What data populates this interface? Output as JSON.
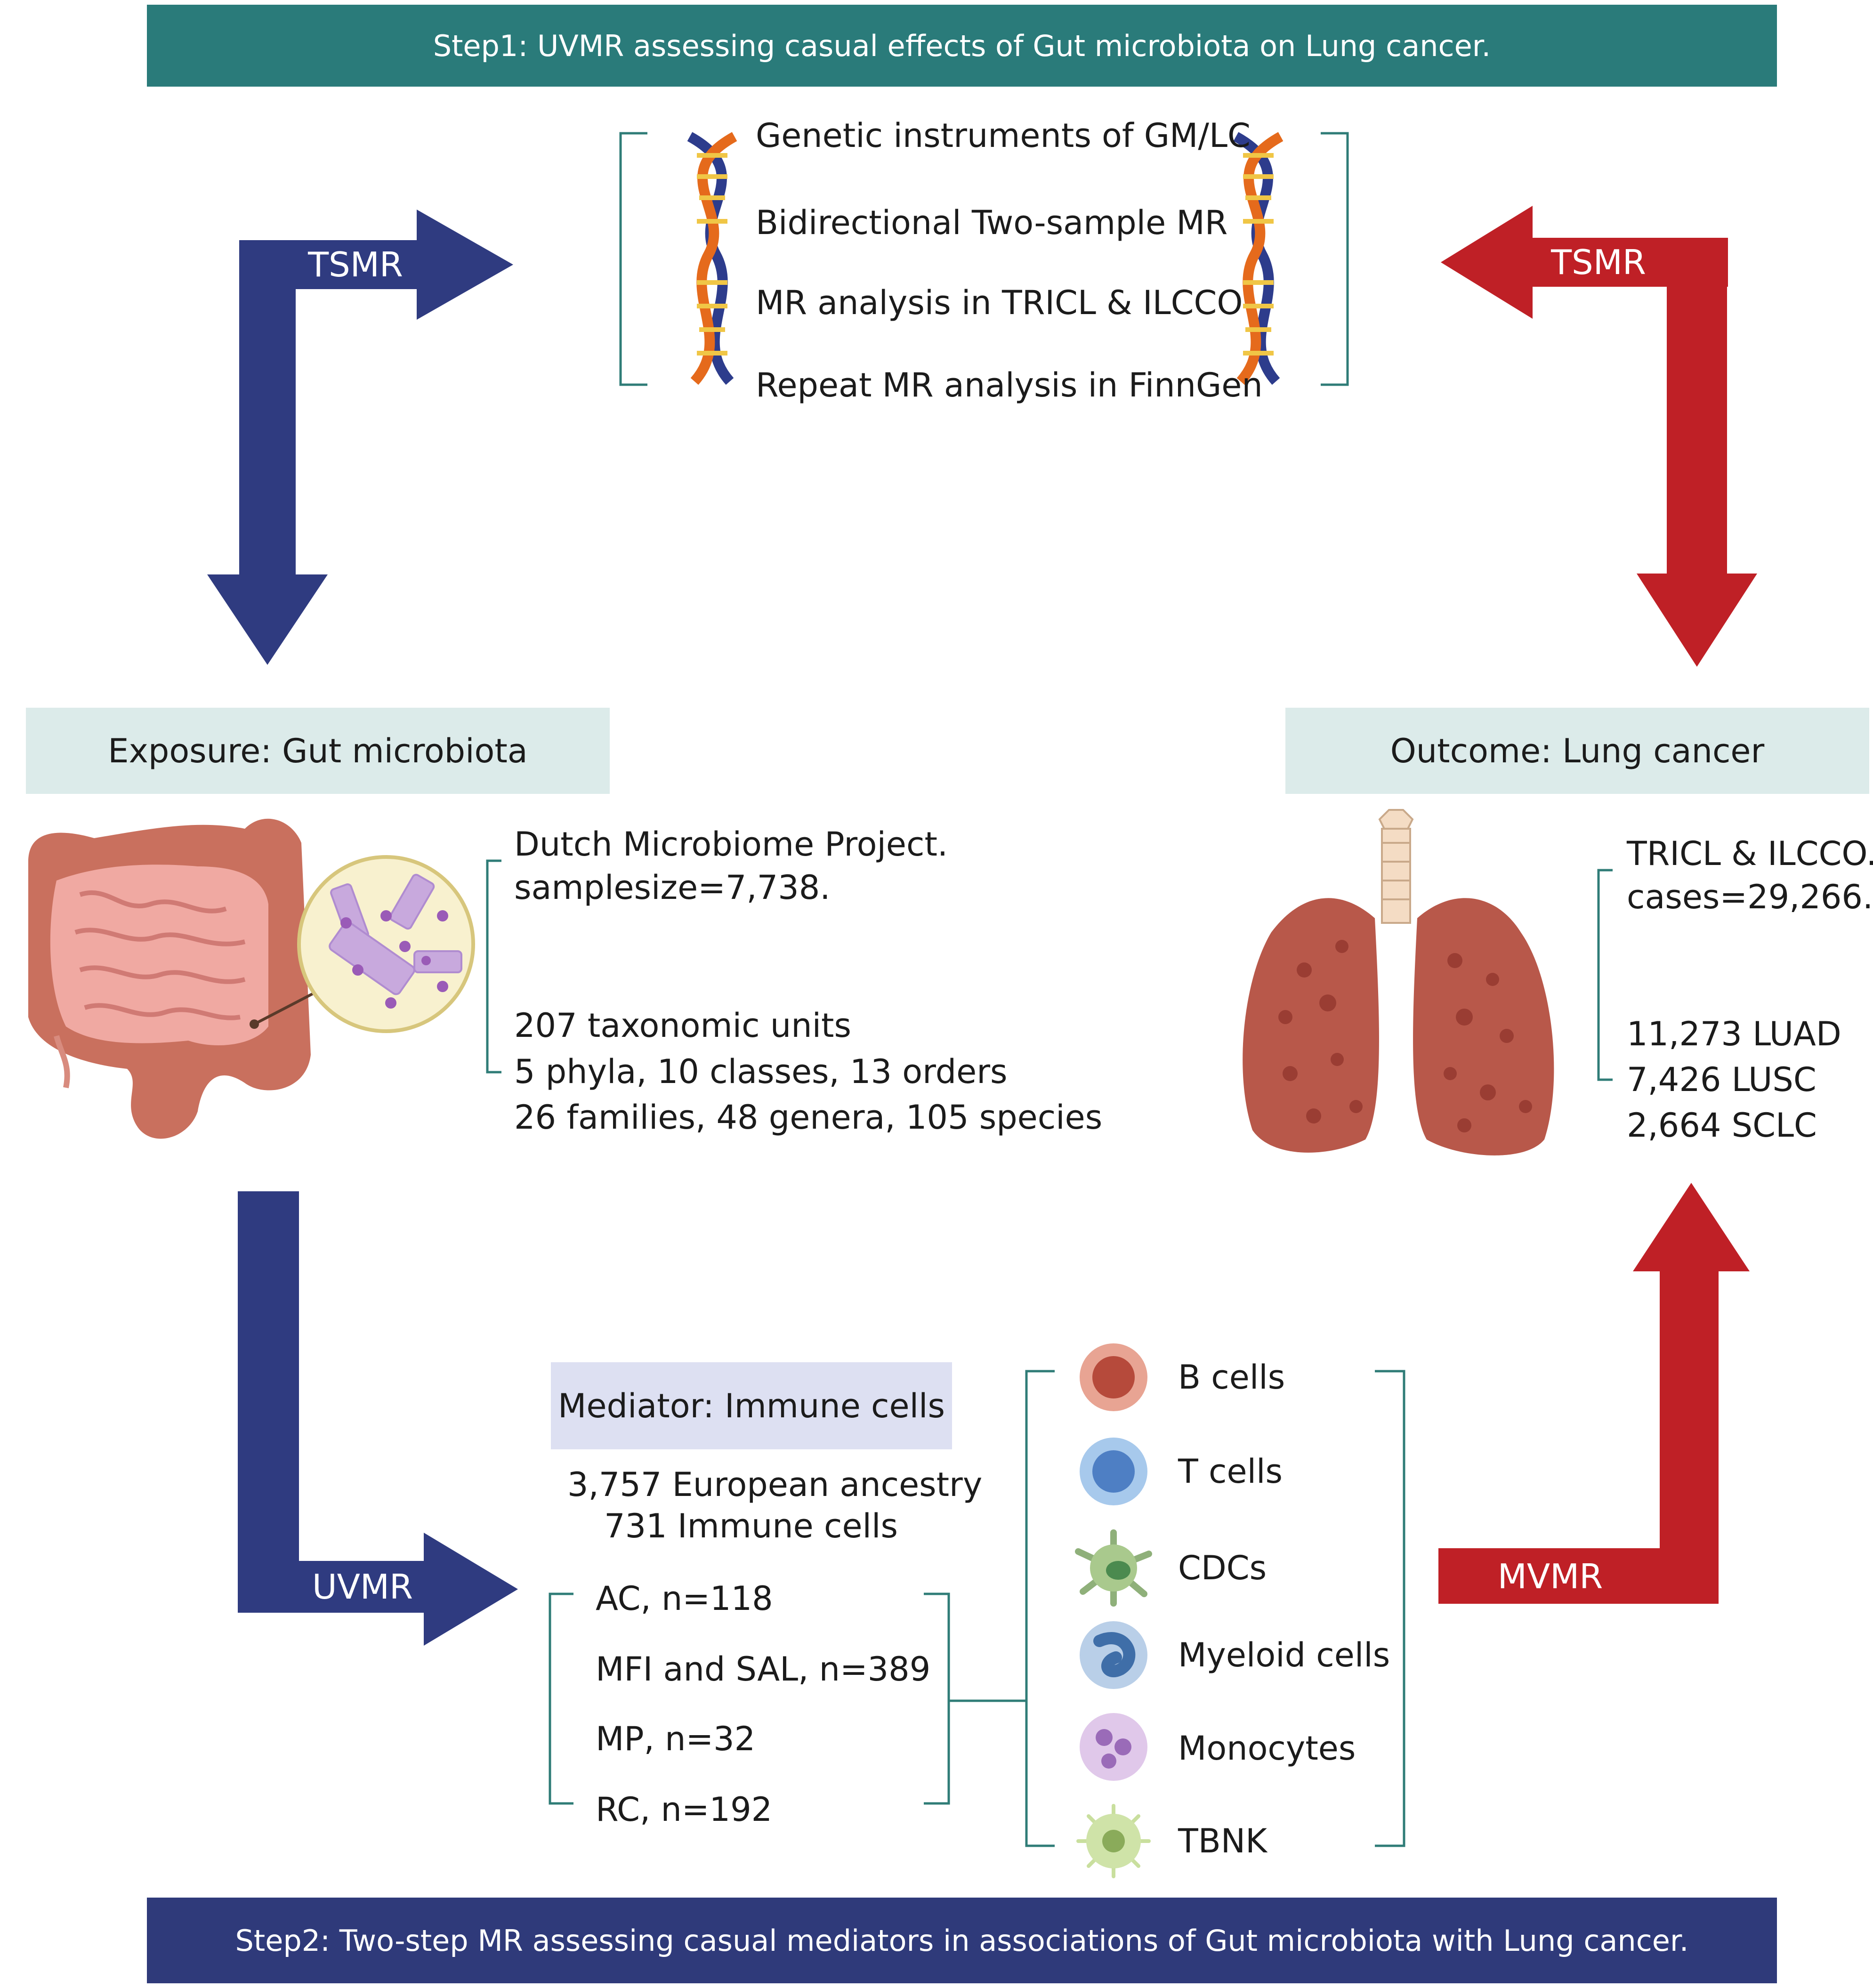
{
  "step1_banner": "Step1: UVMR assessing casual effects of Gut microbiota on Lung cancer.",
  "step2_banner": "Step2: Two-step MR assessing casual mediators in associations of Gut microbiota with Lung cancer.",
  "mr_steps": [
    "Genetic instruments of GM/LC",
    "Bidirectional Two-sample MR",
    "MR analysis in TRICL & ILCCO",
    "Repeat MR analysis in FinnGen"
  ],
  "arrows": {
    "left_top": "TSMR",
    "right_top": "TSMR",
    "left_bottom": "UVMR",
    "right_bottom": "MVMR"
  },
  "exposure": {
    "title": "Exposure: Gut microbiota",
    "source_line1": "Dutch Microbiome Project.",
    "source_line2": "samplesize=7,738.",
    "units_line1": "207 taxonomic units",
    "units_line2": "5 phyla, 10 classes, 13 orders",
    "units_line3": "26 families, 48 genera, 105 species"
  },
  "outcome": {
    "title": "Outcome: Lung cancer",
    "source_line1": "TRICL & ILCCO.",
    "source_line2": "cases=29,266.",
    "sub_line1": "11,273 LUAD",
    "sub_line2": "7,426 LUSC",
    "sub_line3": "2,664 SCLC"
  },
  "mediator": {
    "title": "Mediator: Immune cells",
    "line1": "3,757 European ancestry",
    "line2": "731 Immune cells",
    "groups": [
      "AC, n=118",
      "MFI and SAL, n=389",
      "MP, n=32",
      "RC, n=192"
    ]
  },
  "cells": [
    "B cells",
    "T cells",
    "CDCs",
    "Myeloid cells",
    "Monocytes",
    "TBNK"
  ],
  "colors": {
    "step1_banner": "#2a7b7a",
    "step2_banner": "#2f3a7a",
    "blue_arrow": "#2f3b80",
    "red_arrow": "#bf2026",
    "header_box": "#dcebea",
    "mediator_box": "#dde0f2",
    "bracket": "#2f7c77"
  }
}
